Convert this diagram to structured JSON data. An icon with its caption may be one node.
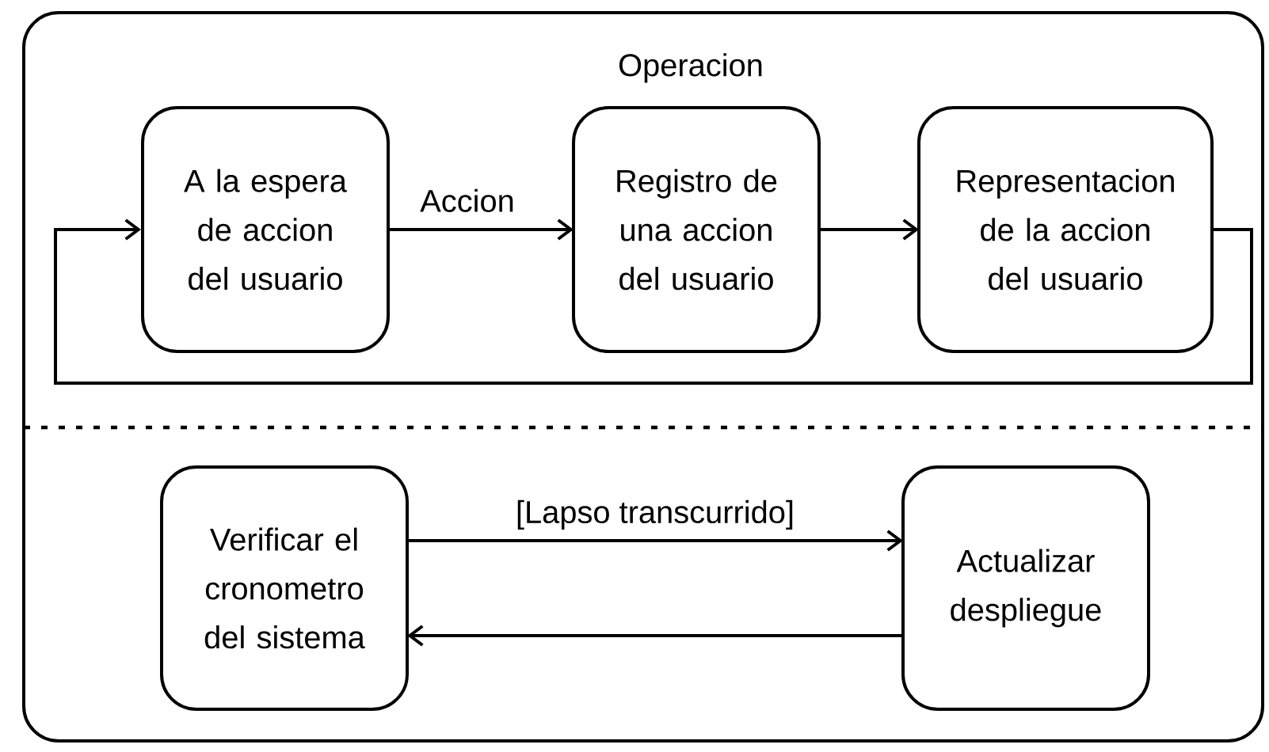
{
  "diagram": {
    "nodes": [
      {
        "text": [
          "Operacion"
        ]
      },
      {
        "text": [
          "A la espera de accion del usuario"
        ],
        "in": 0
      },
      {
        "text": [
          "Registro de una accion del usuario"
        ],
        "in": 0
      },
      {
        "text": [
          "Representacion de la accion del usuario"
        ],
        "in": 0
      },
      {
        "text": [
          "Verificar el cronometro del sistema"
        ],
        "in": 0
      },
      {
        "text": [
          "Actualizar despliegue"
        ],
        "in": 0
      }
    ],
    "edges": [
      {
        "from": 1,
        "to": 2,
        "arrow": "to",
        "label": "Accion"
      },
      {
        "from": 2,
        "to": 3,
        "arrow": "to"
      },
      {
        "from": 3,
        "to": 1,
        "arrow": "to"
      },
      {
        "from": 4,
        "to": 5,
        "arrow": "to",
        "label": "[Lapso transcurrido]"
      },
      {
        "from": 5,
        "to": 4,
        "arrow": "to"
      }
    ]
  }
}
